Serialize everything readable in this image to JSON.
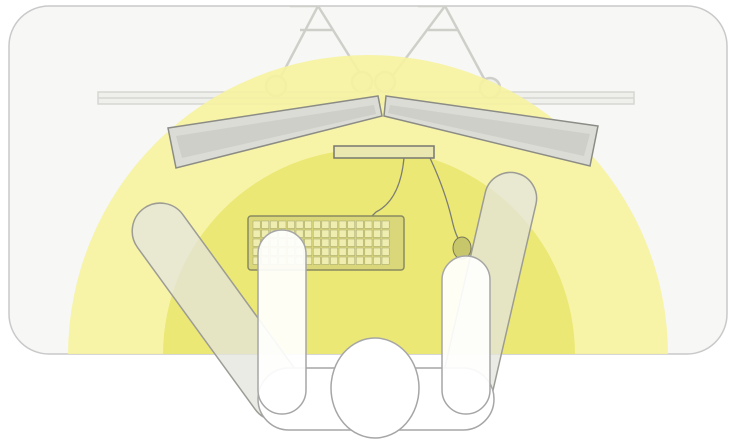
{
  "diagram": {
    "colors": {
      "background": "#ffffff",
      "desk_fill": "#f7f7f6",
      "desk_border": "#c9c9c9",
      "outer_zone": "#f6f3a0",
      "inner_zone": "#e9e770",
      "arm_fill": "#e7e7e2",
      "arm_stroke": "#9c9c95",
      "body_fill": "#ffffff",
      "body_stroke": "#a6a6a6",
      "monitor_fill": "#dcdcdc",
      "monitor_stroke": "#888888"
    },
    "elements": {
      "desk": "desk-surface",
      "outer_reach_zone": "secondary-reach-zone",
      "inner_reach_zone": "primary-reach-zone",
      "monitors": "dual-monitors",
      "monitor_arm": "monitor-arm",
      "keyboard": "keyboard",
      "mouse": "mouse",
      "person": "user-top-view"
    }
  }
}
